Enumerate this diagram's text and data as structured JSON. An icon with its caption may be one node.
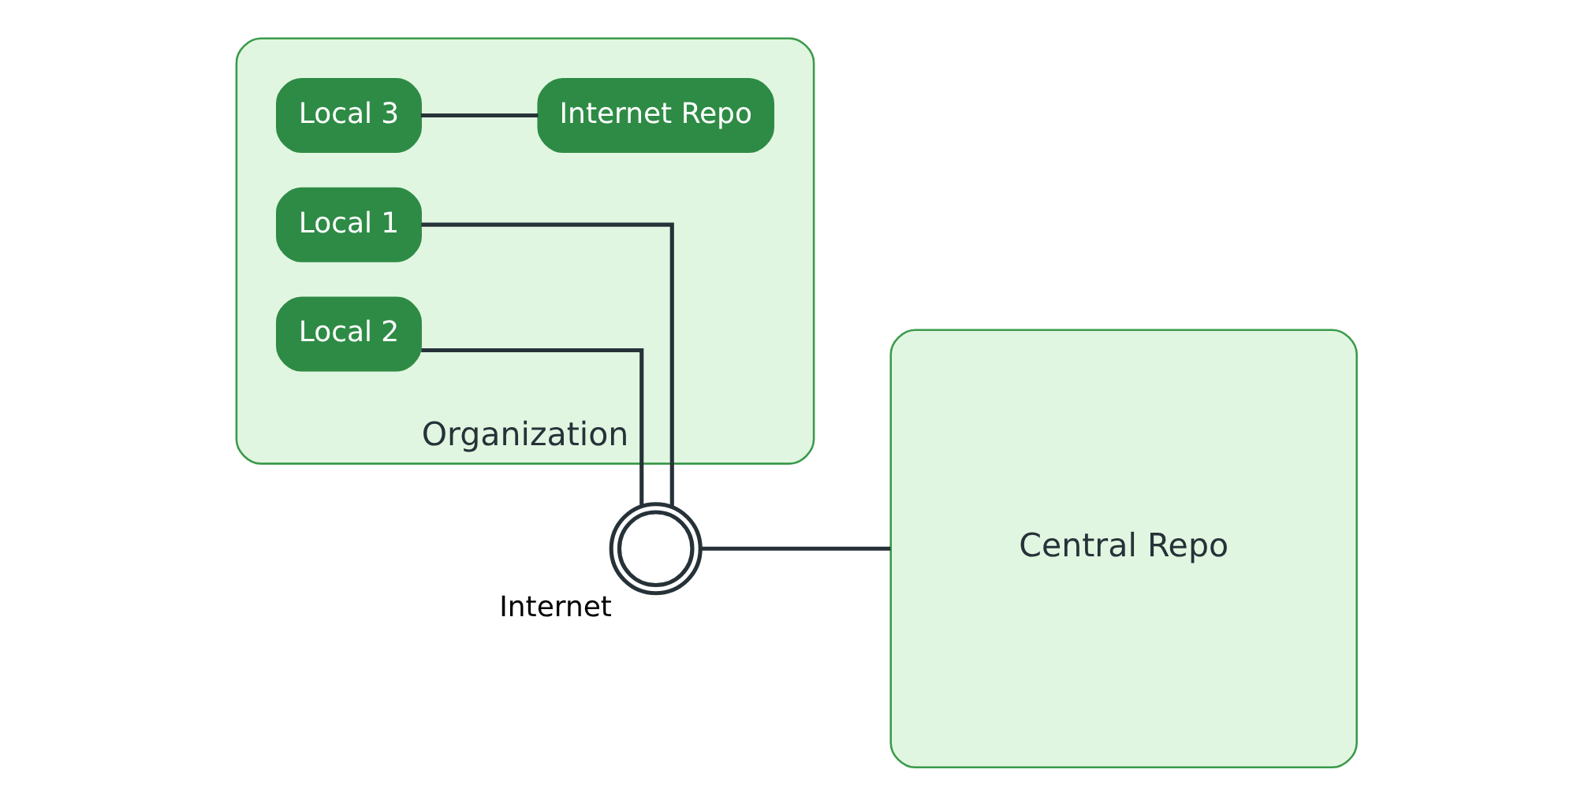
{
  "diagram": {
    "nodes": [
      {
        "text": [
          "Organization"
        ]
      },
      {
        "text": [
          "Local 1"
        ],
        "in": 0
      },
      {
        "text": [
          "Local 2"
        ],
        "in": 0
      },
      {
        "text": [
          "Local 3"
        ],
        "in": 0
      },
      {
        "text": [
          "Internet Repo"
        ],
        "in": 0
      },
      {
        "text": [],
        "shape": "globe",
        "beside": [
          "Internet"
        ]
      },
      {
        "text": [
          "Central Repo"
        ]
      }
    ],
    "edges": [
      {
        "from": 1,
        "to": 5,
        "arrow": "none"
      },
      {
        "from": 2,
        "to": 5,
        "arrow": "none"
      },
      {
        "from": 3,
        "to": 4,
        "arrow": "none"
      },
      {
        "from": 5,
        "to": 6,
        "arrow": "none"
      }
    ]
  }
}
